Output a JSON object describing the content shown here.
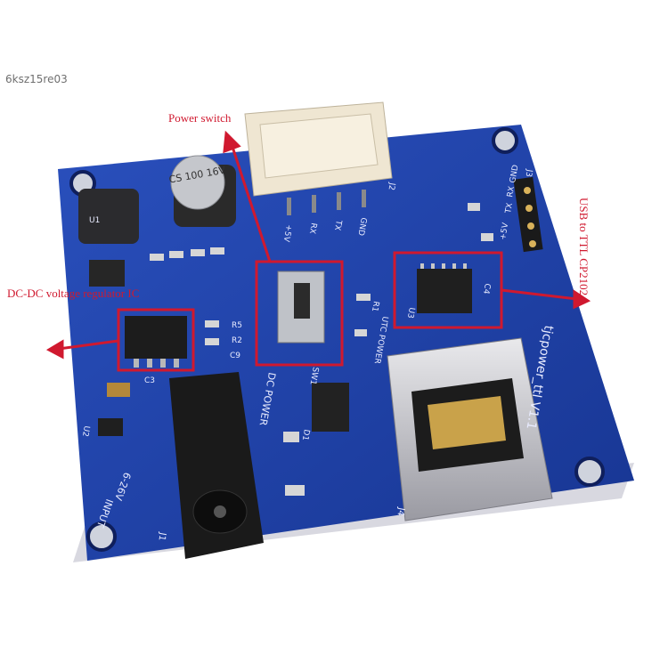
{
  "watermark": "6ksz15re03",
  "callouts": {
    "power_switch": "Power switch",
    "dcdc": "DC-DC voltage regulator IC",
    "usb_ttl": "USB to TTL CP2102"
  },
  "silkscreen": {
    "input": "INPUT",
    "voltage": "6-26V",
    "dc_power": "DC POWER",
    "brand": "tjcpower_ttl V1.1",
    "pins": [
      "+5V",
      "RX",
      "TX",
      "GND"
    ],
    "header_pins": [
      "+5V",
      "TX",
      "RX",
      "GND"
    ],
    "cap_label": "CS 100 16V",
    "utc_power": "UTC POWER",
    "refs": [
      "J1",
      "J2",
      "J3",
      "J4",
      "U1",
      "U2",
      "U3",
      "R1",
      "R2",
      "R5",
      "C3",
      "C4",
      "C9",
      "D1",
      "SW1"
    ]
  },
  "colors": {
    "pcb": "#1e3fa6",
    "annotation": "#d0192f",
    "connector": "#efe6d2"
  }
}
